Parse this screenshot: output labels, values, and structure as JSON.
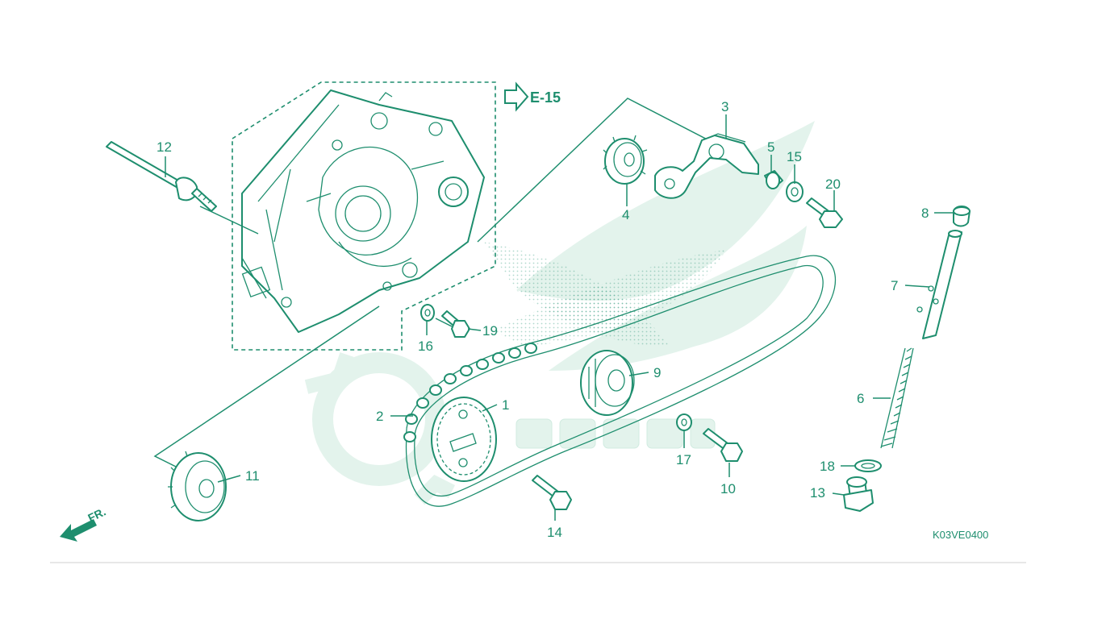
{
  "diagram": {
    "ref_page": "E-15",
    "front_label": "FR.",
    "code": "K03VE0400",
    "colors": {
      "line": "#1e8e6e",
      "watermark": "#e3f3ec",
      "background": "#ffffff"
    },
    "callouts": {
      "c1": "1",
      "c2": "2",
      "c3": "3",
      "c4": "4",
      "c5": "5",
      "c6": "6",
      "c7": "7",
      "c8": "8",
      "c9": "9",
      "c10": "10",
      "c11": "11",
      "c12": "12",
      "c13": "13",
      "c14": "14",
      "c15": "15",
      "c16": "16",
      "c17": "17",
      "c18": "18",
      "c19": "19",
      "c20": "20"
    }
  }
}
